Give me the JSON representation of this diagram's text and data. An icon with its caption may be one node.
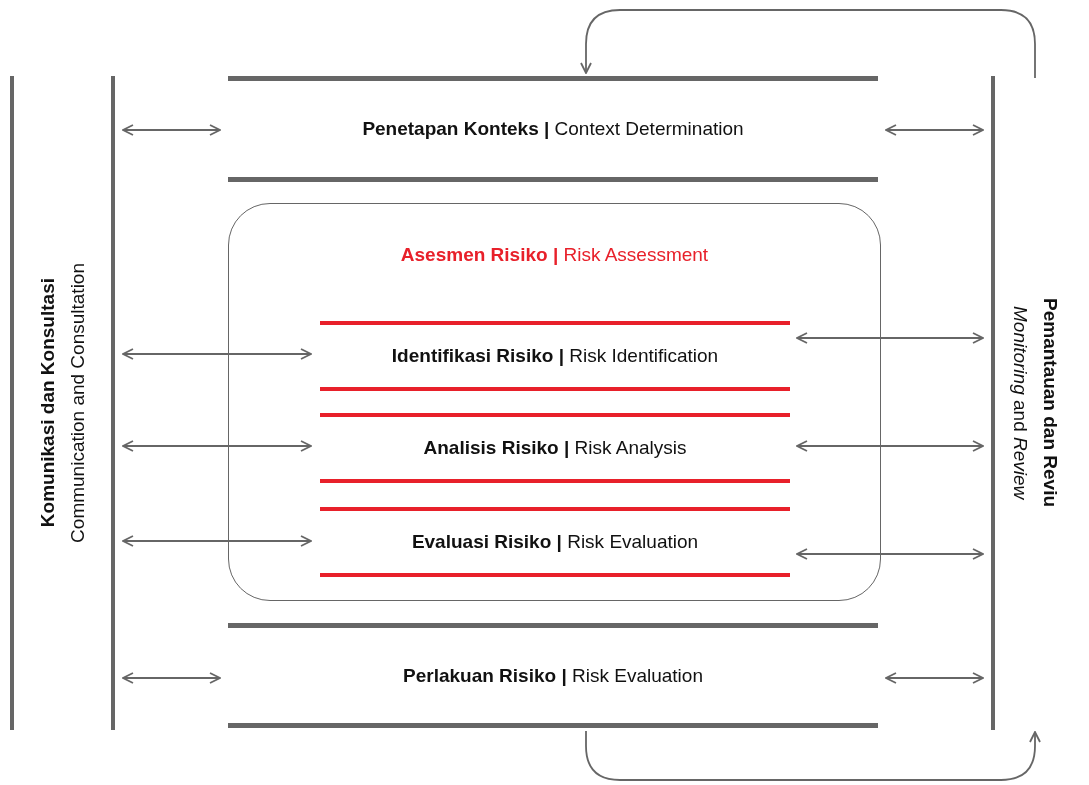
{
  "diagram": {
    "nodes": [
      {
        "text": [
          "Komunikasi dan Konsultasi",
          "Communication and Consultation"
        ]
      },
      {
        "text": [
          "**Penetapan Konteks |** Context Determination"
        ]
      },
      {
        "text": [
          "**Asesmen Risiko |** Risk Assessment"
        ]
      },
      {
        "text": [
          "**Identifikasi Risiko |** Risk Identification"
        ],
        "in": 2
      },
      {
        "text": [
          "**Analisis Risiko |** Risk Analysis"
        ],
        "in": 2
      },
      {
        "text": [
          "**Evaluasi Risiko |** Risk Evaluation"
        ],
        "in": 2
      },
      {
        "text": [
          "**Perlakuan Risiko |** Risk Evaluation"
        ]
      },
      {
        "text": [
          "Pemantauan dan Reviu",
          "*Monitoring* and *Review*"
        ]
      }
    ],
    "edges": [
      {
        "from": 0,
        "to": 1,
        "arrow": "both"
      },
      {
        "from": 1,
        "to": 7,
        "arrow": "both"
      },
      {
        "from": 0,
        "to": 3,
        "arrow": "both"
      },
      {
        "from": 3,
        "to": 7,
        "arrow": "both"
      },
      {
        "from": 0,
        "to": 4,
        "arrow": "both"
      },
      {
        "from": 4,
        "to": 7,
        "arrow": "both"
      },
      {
        "from": 0,
        "to": 5,
        "arrow": "both"
      },
      {
        "from": 5,
        "to": 7,
        "arrow": "both"
      },
      {
        "from": 0,
        "to": 6,
        "arrow": "both"
      },
      {
        "from": 6,
        "to": 7,
        "arrow": "both"
      },
      {
        "from": 7,
        "to": 1,
        "arrow": "to"
      },
      {
        "from": 6,
        "to": 7,
        "arrow": "to"
      }
    ]
  }
}
